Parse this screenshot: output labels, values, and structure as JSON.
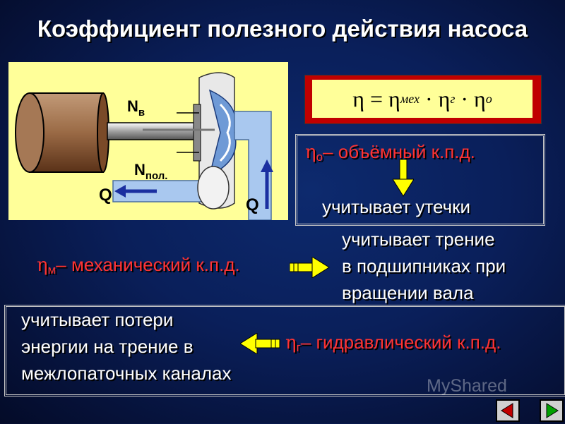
{
  "title": "Коэффициент полезного действия насоса",
  "figure": {
    "label_nv": "N",
    "label_nv_sub": "в",
    "label_npol": "N",
    "label_npol_sub": "пол.",
    "label_q_left": "Q",
    "label_q_right": "Q"
  },
  "formula": {
    "eta": "η",
    "equals": "=",
    "eta_mech": "η",
    "mech_sub": "мех",
    "dot": "·",
    "eta_hyd": "η",
    "hyd_sub": "г",
    "eta_vol": "η",
    "vol_sub": "о"
  },
  "volumetric": {
    "symbol": "η",
    "sub": "о",
    "label": "– объёмный к.п.д.",
    "explain": "учитывает утечки"
  },
  "mechanical": {
    "symbol": "η",
    "sub": "м",
    "label": "– механический к.п.д.",
    "explain": [
      "учитывает трение",
      "в подшипниках при",
      "вращении вала"
    ]
  },
  "hydraulic": {
    "symbol": "η",
    "sub": "г",
    "label": "– гидравлический к.п.д.",
    "explain": [
      "учитывает потери",
      "энергии на трение в",
      "межлопаточных каналах"
    ]
  },
  "watermark": "MyShared",
  "colors": {
    "accent_red": "#ff3333",
    "arrow_yellow": "#ffff00",
    "figure_bg": "#ffff99",
    "formula_frame": "#c00000"
  }
}
